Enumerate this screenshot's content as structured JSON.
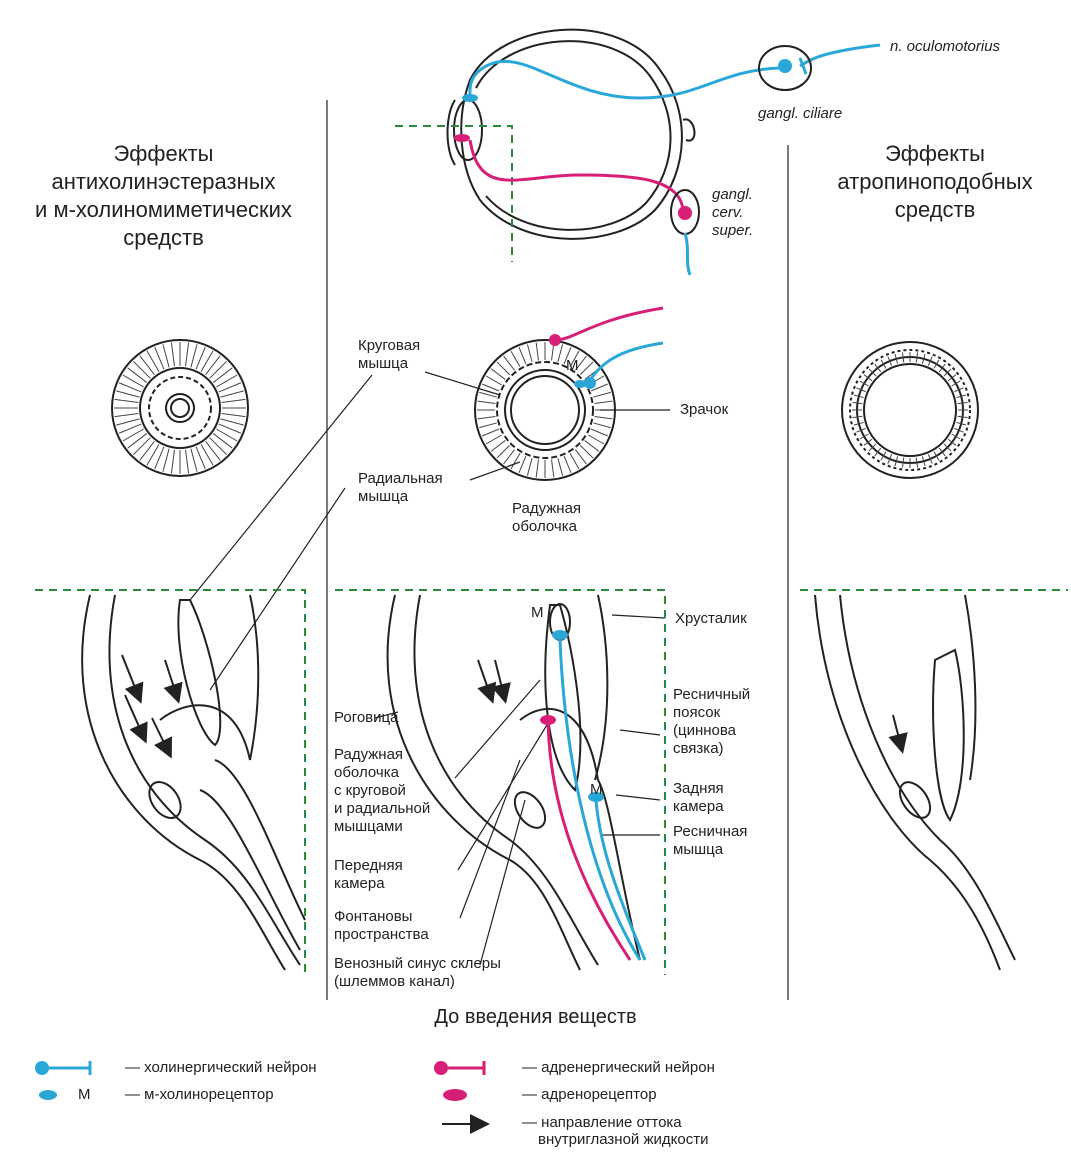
{
  "headers": {
    "left": [
      "Эффекты",
      "антихолинэстеразных",
      "и м-холиномиметических",
      "средств"
    ],
    "right": [
      "Эффекты",
      "атропиноподобных",
      "средств"
    ]
  },
  "nerves": {
    "oculomotor": "n. oculomotorius",
    "ciliary_ganglion": "gangl. ciliare",
    "cervical_ganglion": [
      "gangl.",
      "cerv.",
      "super."
    ]
  },
  "iris_labels": {
    "circular_muscle": [
      "Круговая",
      "мышца"
    ],
    "radial_muscle": [
      "Радиальная",
      "мышца"
    ],
    "iris": [
      "Радужная",
      "оболочка"
    ],
    "pupil": "Зрачок",
    "m_mark": "М"
  },
  "section_labels": {
    "lens": "Хрусталик",
    "cornea": "Роговица",
    "zonule": [
      "Ресничный",
      "поясок",
      "(циннова",
      "связка)"
    ],
    "iris_muscles": [
      "Радужная",
      "оболочка",
      "с круговой",
      "и радиальной",
      "мышцами"
    ],
    "posterior_chamber": [
      "Задняя",
      "камера"
    ],
    "ciliary_muscle": [
      "Ресничная",
      "мышца"
    ],
    "anterior_chamber": [
      "Передняя",
      "камера"
    ],
    "fontana_spaces": [
      "Фонтановы",
      "пространства"
    ],
    "schlemm": [
      "Венозный синус склеры",
      "(шлеммов канал)"
    ],
    "m_mark": "М"
  },
  "bottom_title": "До введения веществ",
  "legend": {
    "cholinergic_neuron": "— холинергический нейрон",
    "m_receptor_mark": "М",
    "m_receptor": "— м-холинорецептор",
    "adrenergic_neuron": "— адренергический нейрон",
    "adrenoreceptor": "— адренорецептор",
    "outflow": [
      "— направление оттока",
      "внутриглазной жидкости"
    ]
  },
  "colors": {
    "cholinergic": "#29a8d8",
    "adrenergic": "#d81f77",
    "frame": "#2a8a3c",
    "ink": "#222222"
  }
}
